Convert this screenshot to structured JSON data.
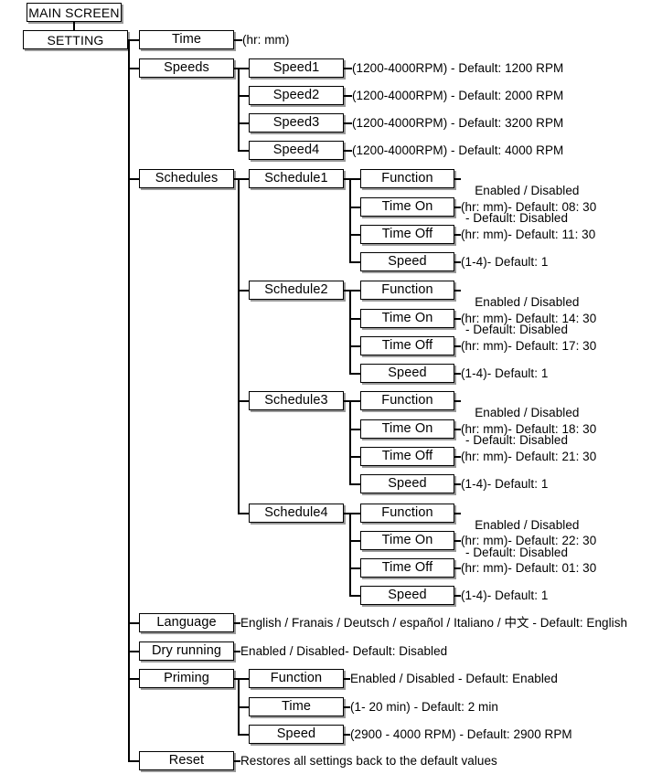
{
  "diagram": {
    "title": "Setting menu tree",
    "root": {
      "label": "MAIN SCREEN"
    },
    "setting": {
      "label": "SETTING"
    },
    "level2": [
      {
        "key": "time",
        "label": "Time"
      },
      {
        "key": "speeds",
        "label": "Speeds"
      },
      {
        "key": "schedules",
        "label": "Schedules"
      },
      {
        "key": "language",
        "label": "Language"
      },
      {
        "key": "dry_running",
        "label": "Dry running"
      },
      {
        "key": "priming",
        "label": "Priming"
      },
      {
        "key": "reset",
        "label": "Reset"
      }
    ],
    "notes": {
      "time": "(hr: mm)",
      "language": "English / Franais / Deutsch / español / Italiano / 中文 - Default: English",
      "dry_running": "Enabled / Disabled- Default: Disabled",
      "reset": "Restores all settings back to the default values"
    },
    "speeds": [
      {
        "label": "Speed1",
        "note": "(1200-4000RPM) - Default: 1200 RPM"
      },
      {
        "label": "Speed2",
        "note": "(1200-4000RPM) - Default: 2000 RPM"
      },
      {
        "label": "Speed3",
        "note": "(1200-4000RPM) - Default: 3200 RPM"
      },
      {
        "label": "Speed4",
        "note": "(1200-4000RPM) - Default: 4000 RPM"
      }
    ],
    "schedules": [
      {
        "label": "Schedule1",
        "items": [
          {
            "label": "Function",
            "note": "Enabled / Disabled",
            "note2": "- Default: Disabled"
          },
          {
            "label": "Time On",
            "note": "(hr: mm)- Default: 08: 30"
          },
          {
            "label": "Time Off",
            "note": "(hr: mm)- Default: 11: 30"
          },
          {
            "label": "Speed",
            "note": "(1-4)- Default: 1"
          }
        ]
      },
      {
        "label": "Schedule2",
        "items": [
          {
            "label": "Function",
            "note": "Enabled / Disabled",
            "note2": "- Default: Disabled"
          },
          {
            "label": "Time On",
            "note": "(hr: mm)- Default: 14: 30"
          },
          {
            "label": "Time Off",
            "note": "(hr: mm)- Default: 17: 30"
          },
          {
            "label": "Speed",
            "note": "(1-4)- Default: 1"
          }
        ]
      },
      {
        "label": "Schedule3",
        "items": [
          {
            "label": "Function",
            "note": "Enabled / Disabled",
            "note2": "- Default: Disabled"
          },
          {
            "label": "Time On",
            "note": "(hr: mm)- Default: 18: 30"
          },
          {
            "label": "Time Off",
            "note": "(hr: mm)- Default: 21: 30"
          },
          {
            "label": "Speed",
            "note": "(1-4)- Default: 1"
          }
        ]
      },
      {
        "label": "Schedule4",
        "items": [
          {
            "label": "Function",
            "note": "Enabled / Disabled",
            "note2": "- Default: Disabled"
          },
          {
            "label": "Time On",
            "note": "(hr: mm)- Default: 22: 30"
          },
          {
            "label": "Time Off",
            "note": "(hr: mm)- Default: 01: 30"
          },
          {
            "label": "Speed",
            "note": "(1-4)- Default: 1"
          }
        ]
      }
    ],
    "priming": [
      {
        "label": "Function",
        "note": "Enabled / Disabled - Default: Enabled"
      },
      {
        "label": "Time",
        "note": "(1- 20 min) - Default: 2 min"
      },
      {
        "label": "Speed",
        "note": "(2900 - 4000 RPM) - Default: 2900 RPM"
      }
    ],
    "colors": {
      "line": "#000000",
      "box_border": "#000000",
      "box_shadow": "#9a9a9a",
      "background": "#ffffff",
      "text": "#000000"
    }
  }
}
